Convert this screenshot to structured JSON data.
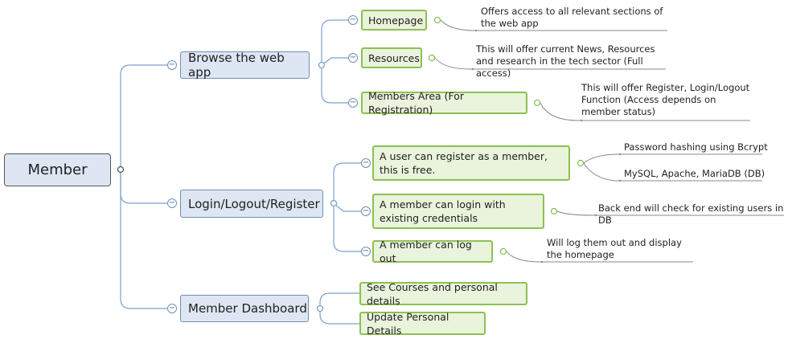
{
  "colors": {
    "blue_line": "#7ba0cc",
    "green": "#8cc152",
    "gray_line": "#8a8a8a"
  },
  "root": {
    "label": "Member"
  },
  "branches": [
    {
      "label": "Browse the web app",
      "children": [
        {
          "label": "Homepage",
          "notes": [
            "Offers access to all relevant sections of the web app"
          ]
        },
        {
          "label": "Resources",
          "notes": [
            "This will offer current News, Resources and research in the tech sector (Full access)"
          ]
        },
        {
          "label": "Members Area (For Registration)",
          "notes": [
            "This will offer Register, Login/Logout Function (Access depends on member status)"
          ]
        }
      ]
    },
    {
      "label": "Login/Logout/Register",
      "children": [
        {
          "label": "A user can register as a member, this is free.",
          "notes": [
            "Password hashing using Bcrypt",
            "MySQL, Apache, MariaDB (DB)"
          ]
        },
        {
          "label": "A member can login with existing credentials",
          "notes": [
            "Back end will check for existing users in DB"
          ]
        },
        {
          "label": "A member can log out",
          "notes": [
            "Will log them out and display the homepage"
          ]
        }
      ]
    },
    {
      "label": "Member Dashboard",
      "children": [
        {
          "label": "See Courses and personal details",
          "notes": []
        },
        {
          "label": "Update Personal Details",
          "notes": []
        }
      ]
    }
  ]
}
